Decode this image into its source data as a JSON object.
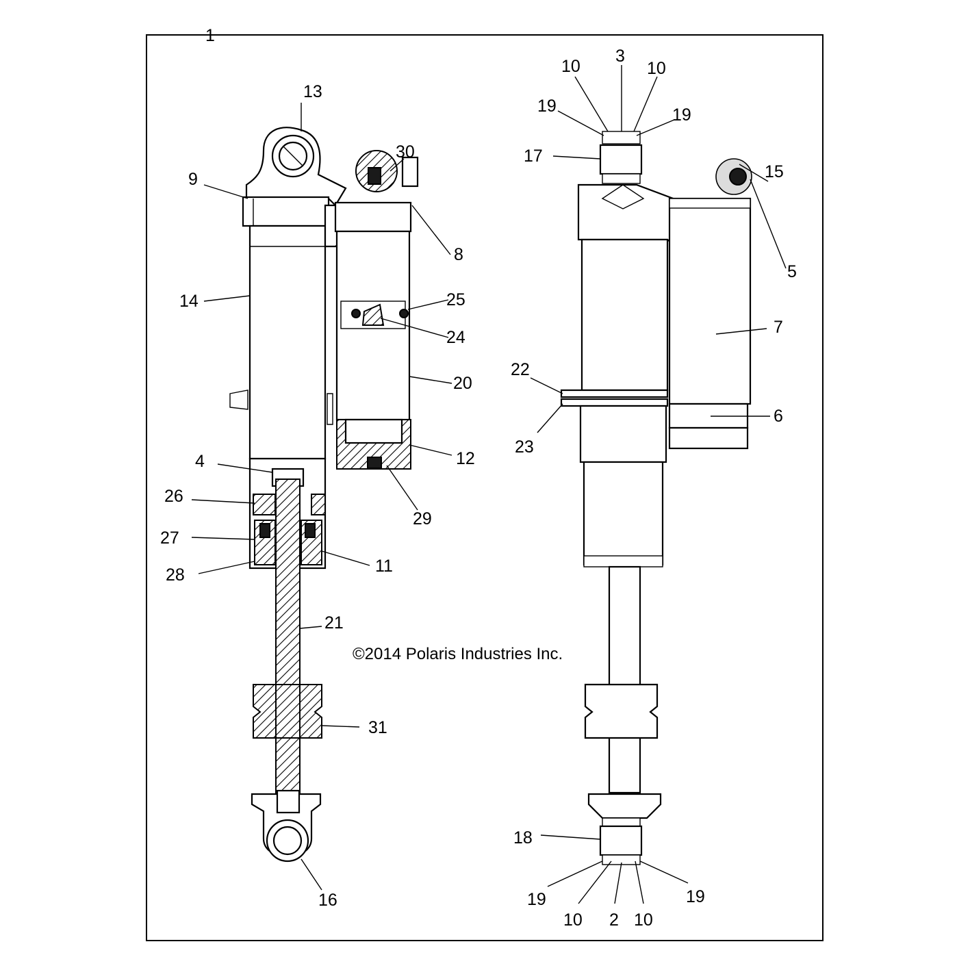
{
  "copyright": "©2014 Polaris Industries Inc.",
  "callouts": [
    {
      "id": "c1",
      "label": "1"
    },
    {
      "id": "c13",
      "label": "13"
    },
    {
      "id": "c9",
      "label": "9"
    },
    {
      "id": "c30",
      "label": "30"
    },
    {
      "id": "c8",
      "label": "8"
    },
    {
      "id": "c14",
      "label": "14"
    },
    {
      "id": "c25",
      "label": "25"
    },
    {
      "id": "c24",
      "label": "24"
    },
    {
      "id": "c20",
      "label": "20"
    },
    {
      "id": "c12",
      "label": "12"
    },
    {
      "id": "c4",
      "label": "4"
    },
    {
      "id": "c29",
      "label": "29"
    },
    {
      "id": "c26",
      "label": "26"
    },
    {
      "id": "c27",
      "label": "27"
    },
    {
      "id": "c11",
      "label": "11"
    },
    {
      "id": "c28",
      "label": "28"
    },
    {
      "id": "c21",
      "label": "21"
    },
    {
      "id": "c31",
      "label": "31"
    },
    {
      "id": "c16",
      "label": "16"
    },
    {
      "id": "c3",
      "label": "3"
    },
    {
      "id": "c10a",
      "label": "10"
    },
    {
      "id": "c10b",
      "label": "10"
    },
    {
      "id": "c19a",
      "label": "19"
    },
    {
      "id": "c19b",
      "label": "19"
    },
    {
      "id": "c17",
      "label": "17"
    },
    {
      "id": "c15",
      "label": "15"
    },
    {
      "id": "c5",
      "label": "5"
    },
    {
      "id": "c7",
      "label": "7"
    },
    {
      "id": "c22",
      "label": "22"
    },
    {
      "id": "c23",
      "label": "23"
    },
    {
      "id": "c6",
      "label": "6"
    },
    {
      "id": "c18",
      "label": "18"
    },
    {
      "id": "c19c",
      "label": "19"
    },
    {
      "id": "c19d",
      "label": "19"
    },
    {
      "id": "c10c",
      "label": "10"
    },
    {
      "id": "c2",
      "label": "2"
    },
    {
      "id": "c10d",
      "label": "10"
    }
  ]
}
